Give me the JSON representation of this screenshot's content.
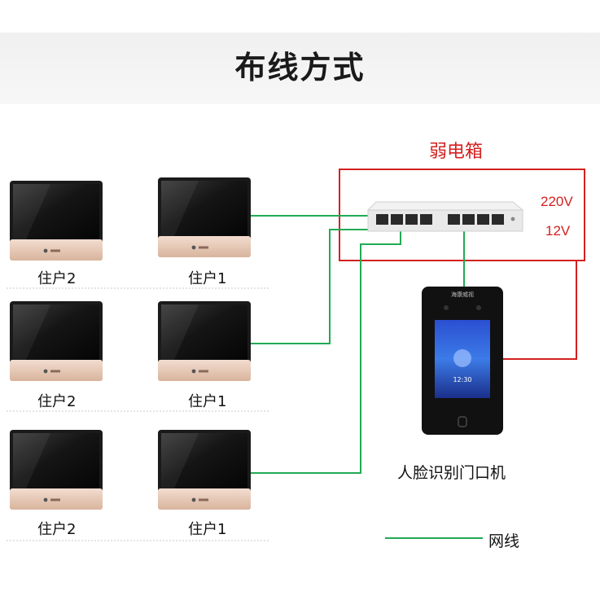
{
  "title": "布线方式",
  "weak_box": {
    "label": "弱电箱",
    "power_220": "220V",
    "power_12": "12V"
  },
  "residents": [
    {
      "label": "住户2"
    },
    {
      "label": "住户1"
    },
    {
      "label": "住户2"
    },
    {
      "label": "住户1"
    },
    {
      "label": "住户2"
    },
    {
      "label": "住户1"
    }
  ],
  "face_terminal": {
    "label": "人脸识别门口机",
    "brand": "海康威视",
    "time": "12:30"
  },
  "legend": {
    "label": "网线"
  },
  "colors": {
    "network_cable": "#22aa55",
    "power_cable": "#d42020"
  }
}
